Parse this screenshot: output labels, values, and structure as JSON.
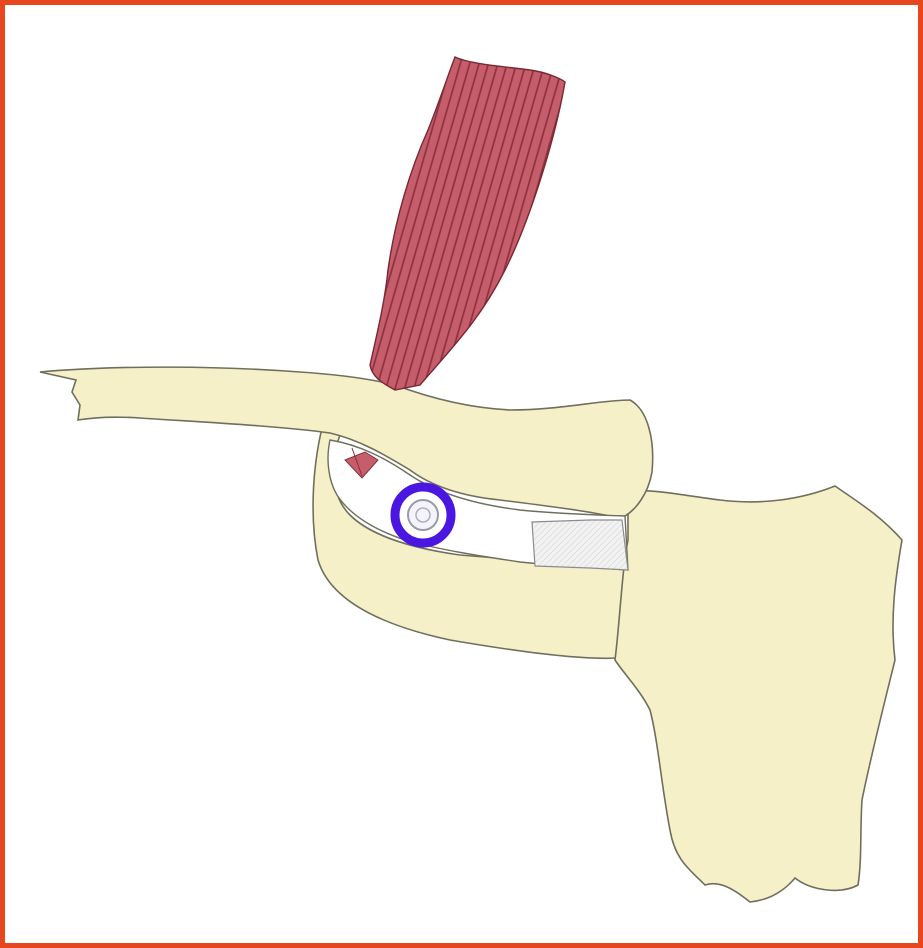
{
  "figure": {
    "elements": [
      {
        "name": "muscle-belly",
        "color": "#c65d6b"
      },
      {
        "name": "tendon-stump",
        "color": "#c65d6b"
      },
      {
        "name": "bone-upper-arm",
        "color": "#f6f0c8"
      },
      {
        "name": "bone-lower-arm",
        "color": "#f6f0c8"
      },
      {
        "name": "bone-block",
        "color": "#f6f0c8"
      },
      {
        "name": "joint-gap",
        "color": "#ffffff"
      },
      {
        "name": "cartilage-patch",
        "color": "#efefef"
      },
      {
        "name": "ring-marker",
        "color": "#4b16e0"
      }
    ],
    "frame_color": "#e8461e",
    "outline_color": "#6f6f5e"
  }
}
